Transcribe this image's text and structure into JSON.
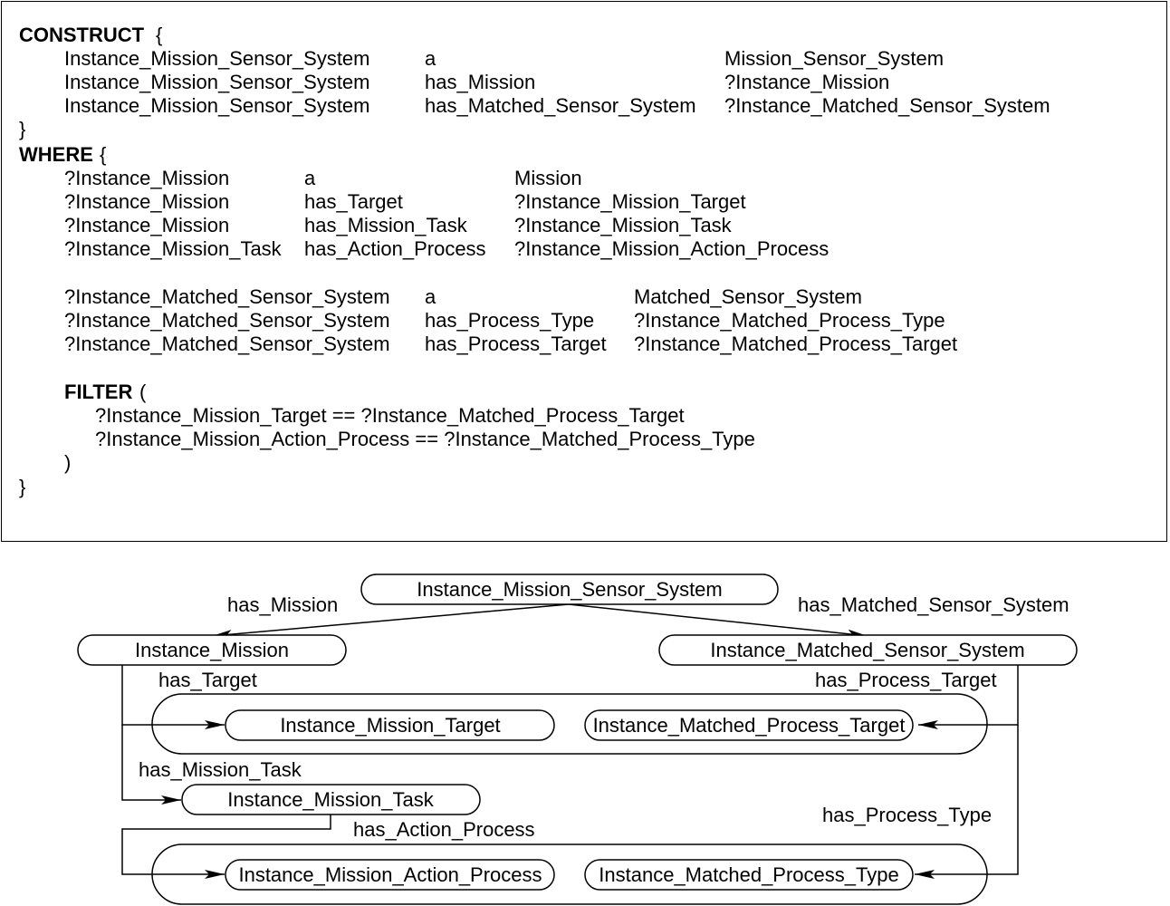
{
  "query": {
    "construct_kw": "CONSTRUCT",
    "brace_open": "{",
    "brace_close": "}",
    "construct": [
      [
        "Instance_Mission_Sensor_System",
        "a",
        "Mission_Sensor_System"
      ],
      [
        "Instance_Mission_Sensor_System",
        "has_Mission",
        "?Instance_Mission"
      ],
      [
        "Instance_Mission_Sensor_System",
        "has_Matched_Sensor_System",
        "?Instance_Matched_Sensor_System"
      ]
    ],
    "where_kw": "WHERE",
    "where_mission": [
      [
        "?Instance_Mission",
        "a",
        "Mission"
      ],
      [
        "?Instance_Mission",
        "has_Target",
        "?Instance_Mission_Target"
      ],
      [
        "?Instance_Mission",
        "has_Mission_Task",
        "?Instance_Mission_Task"
      ],
      [
        "?Instance_Mission_Task",
        "has_Action_Process",
        "?Instance_Mission_Action_Process"
      ]
    ],
    "where_matched": [
      [
        "?Instance_Matched_Sensor_System",
        "a",
        "Matched_Sensor_System"
      ],
      [
        "?Instance_Matched_Sensor_System",
        "has_Process_Type",
        "?Instance_Matched_Process_Type"
      ],
      [
        "?Instance_Matched_Sensor_System",
        "has_Process_Target",
        "?Instance_Matched_Process_Target"
      ]
    ],
    "filter_kw": "FILTER",
    "filter_open": "(",
    "filter_close": ")",
    "filter_conditions": [
      "?Instance_Mission_Target == ?Instance_Matched_Process_Target",
      "?Instance_Mission_Action_Process == ?Instance_Matched_Process_Type"
    ]
  },
  "diagram": {
    "nodes": {
      "root": "Instance_Mission_Sensor_System",
      "mission": "Instance_Mission",
      "matched": "Instance_Matched_Sensor_System",
      "mission_target": "Instance_Mission_Target",
      "matched_target": "Instance_Matched_Process_Target",
      "mission_task": "Instance_Mission_Task",
      "action_process": "Instance_Mission_Action_Process",
      "process_type": "Instance_Matched_Process_Type"
    },
    "edges": {
      "has_mission": "has_Mission",
      "has_matched": "has_Matched_Sensor_System",
      "has_target": "has_Target",
      "has_process_target": "has_Process_Target",
      "has_mission_task": "has_Mission_Task",
      "has_action_process": "has_Action_Process",
      "has_process_type": "has_Process_Type"
    }
  }
}
